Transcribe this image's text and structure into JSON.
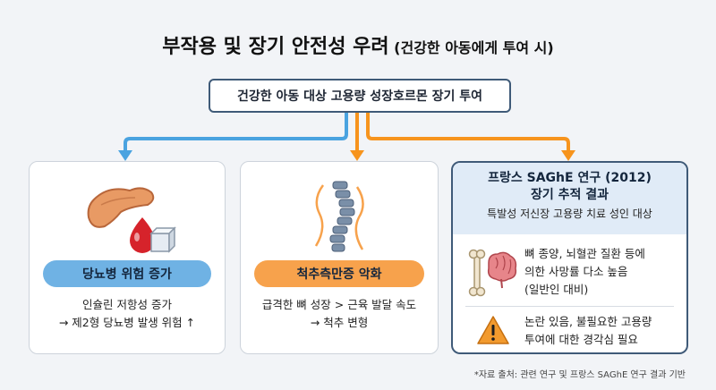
{
  "title": {
    "main": "부작용 및 장기 안전성 우려",
    "sub": "(건강한 아동에게 투여 시)"
  },
  "top_box": {
    "label": "건강한 아동 대상 고용량 성장호르몬 장기 투여"
  },
  "colors": {
    "arrow_blue": "#4aa3e0",
    "arrow_orange": "#f7941d",
    "pill_blue": "#6fb2e4",
    "pill_orange": "#f7a24c",
    "box_border": "#3f5a78",
    "header_bg": "#e0ebf7"
  },
  "cards": [
    {
      "icon": "pancreas-blood-sugar-icon",
      "pill": "당뇨병 위험 증가",
      "desc_lines": [
        "인슐린 저항성 증가",
        "→ 제2형 당뇨병 발생 위험 ↑"
      ]
    },
    {
      "icon": "spine-icon",
      "pill": "척추측만증 악화",
      "desc_lines": [
        "급격한 뼈 성장 > 근육 발달 속도",
        "→ 척추 변형"
      ]
    }
  ],
  "study": {
    "title_lines": [
      "프랑스 SAGhE 연구 (2012)",
      "장기 추적 결과"
    ],
    "subtitle": "특발성 저신장 고용량 치료 성인 대상",
    "finding_icon": "bone-brain-icon",
    "finding_lines": [
      "뼈 종양, 뇌혈관 질환 등에",
      "의한 사망률 다소 높음",
      "(일반인 대비)"
    ],
    "warning_icon": "warning-icon",
    "warning_lines": [
      "논란 있음, 불필요한 고용량",
      "투여에 대한 경각심 필요"
    ]
  },
  "footnote": "*자료 출처: 관련 연구 및 프랑스 SAGhE 연구 결과 기반"
}
